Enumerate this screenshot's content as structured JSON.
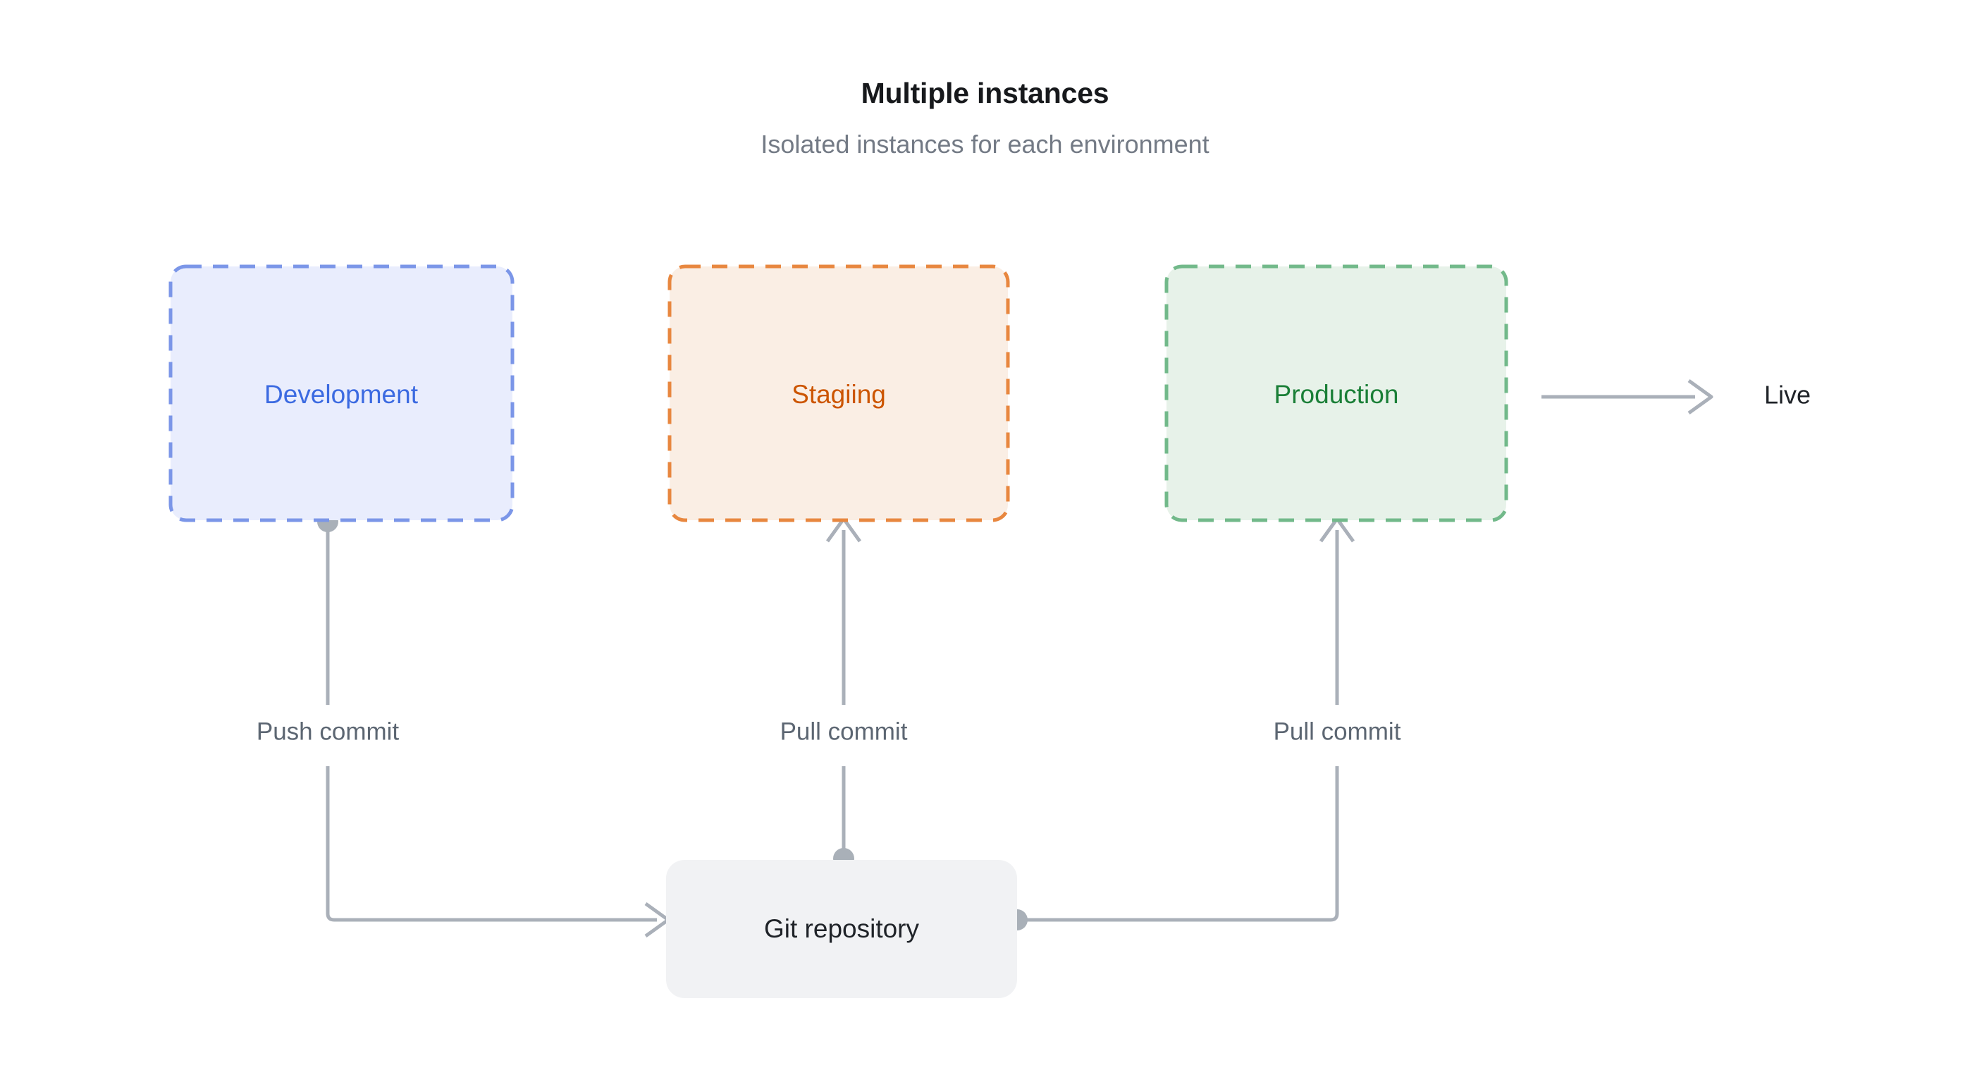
{
  "header": {
    "title": "Multiple instances",
    "subtitle": "Isolated instances for each environment"
  },
  "colors": {
    "canvas_background": "#ffffff",
    "title": "#17191c",
    "subtitle": "#737a85",
    "edge_line": "#aab0b9",
    "edge_dot": "#a9b0b8",
    "edge_label": "#5c6672",
    "development_fill": "#e9edfd",
    "development_border": "#7b96e8",
    "development_text": "#3b6ae1",
    "staging_fill": "#faeee4",
    "staging_border": "#e8873f",
    "staging_text": "#cc5500",
    "production_fill": "#e7f2e9",
    "production_border": "#72b98a",
    "production_text": "#1a7f37",
    "repository_fill": "#f1f2f4",
    "repository_text": "#1f2328",
    "terminal_text": "#1f2328"
  },
  "nodes": {
    "development": {
      "label": "Development",
      "kind": "environment"
    },
    "staging": {
      "label": "Stagiing",
      "kind": "environment"
    },
    "production": {
      "label": "Production",
      "kind": "environment"
    },
    "repository": {
      "label": "Git repository",
      "kind": "service"
    },
    "live": {
      "label": "Live",
      "kind": "terminal"
    }
  },
  "edges": [
    {
      "id": "push-commit",
      "from": "development",
      "to": "repository",
      "label": "Push commit",
      "arrow": "to-repository"
    },
    {
      "id": "pull-commit-staging",
      "from": "repository",
      "to": "staging",
      "label": "Pull commit",
      "arrow": "to-staging"
    },
    {
      "id": "pull-commit-production",
      "from": "repository",
      "to": "production",
      "label": "Pull commit",
      "arrow": "to-production"
    },
    {
      "id": "production-live",
      "from": "production",
      "to": "live",
      "label": "",
      "arrow": "to-live"
    }
  ]
}
